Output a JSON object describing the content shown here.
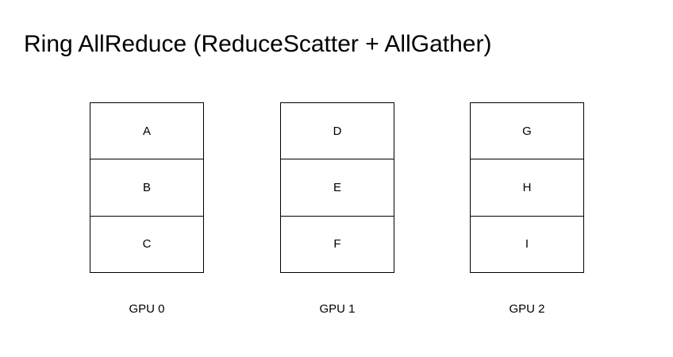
{
  "title": "Ring AllReduce (ReduceScatter + AllGather)",
  "gpus": [
    {
      "label": "GPU 0",
      "cells": [
        "A",
        "B",
        "C"
      ]
    },
    {
      "label": "GPU 1",
      "cells": [
        "D",
        "E",
        "F"
      ]
    },
    {
      "label": "GPU 2",
      "cells": [
        "G",
        "H",
        "I"
      ]
    }
  ],
  "colors": {
    "background": "#ffffff",
    "border": "#000000",
    "text": "#000000"
  }
}
